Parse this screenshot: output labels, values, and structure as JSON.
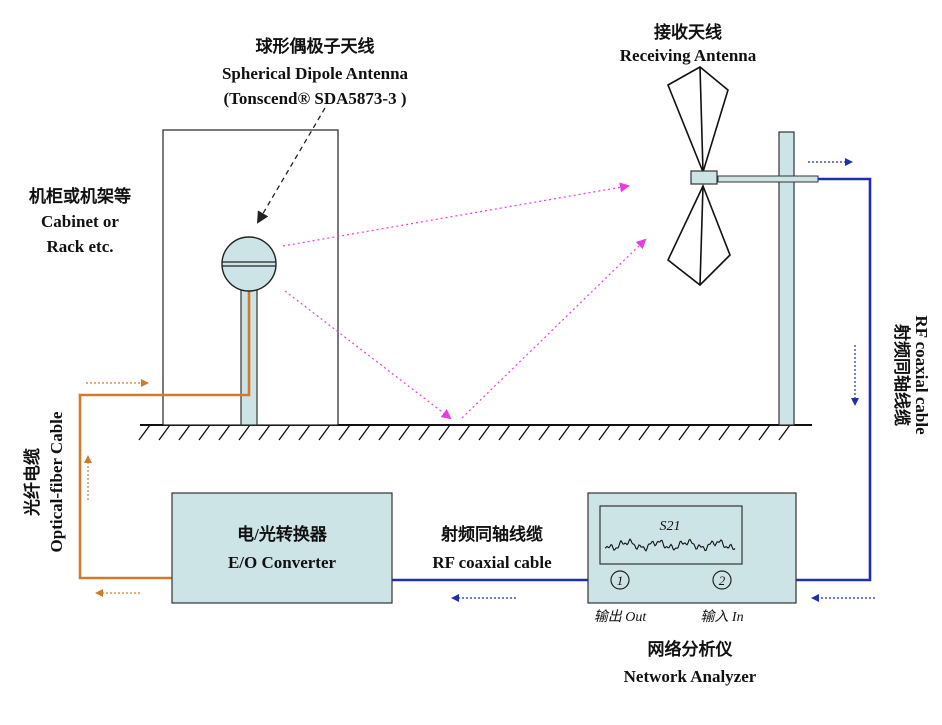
{
  "labels": {
    "dipole_cn": "球形偶极子天线",
    "dipole_en": "Spherical Dipole Antenna",
    "dipole_model": "(Tonscend® SDA5873-3 )",
    "receiving_cn": "接收天线",
    "receiving_en": "Receiving Antenna",
    "cabinet_cn": "机柜或机架等",
    "cabinet_en_1": "Cabinet or",
    "cabinet_en_2": "Rack etc.",
    "rf_cable_right_cn": "射频同轴线缆",
    "rf_cable_right_en": "RF coaxial cable",
    "optical_cn": "光纤电缆",
    "optical_en": "Optical-fiber Cable",
    "eo_cn": "电/光转换器",
    "eo_en": "E/O Converter",
    "rf_cable_mid_cn": "射频同轴线缆",
    "rf_cable_mid_en": "RF coaxial cable",
    "screen_param": "S21",
    "port1": "1",
    "port2": "2",
    "port1_label": "输出 Out",
    "port2_label": "输入 In",
    "na_cn": "网络分析仪",
    "na_en": "Network Analyzer"
  },
  "colors": {
    "optical_cable": "#d27a2a",
    "rf_cable": "#1f2fb0",
    "signal_path": "#e83be0",
    "box_fill": "#cde4e6",
    "cabinet_fill": "#ffffff"
  }
}
